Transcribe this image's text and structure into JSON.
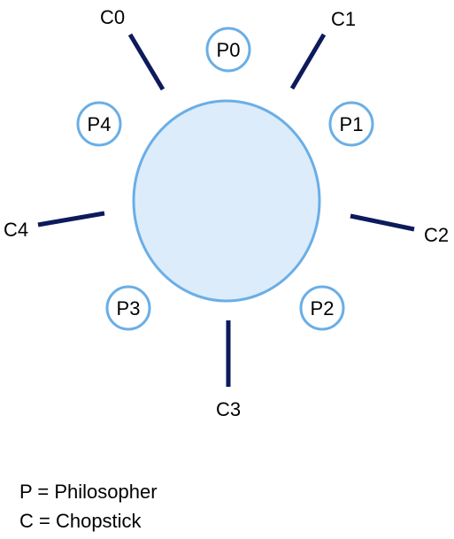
{
  "colors": {
    "table_fill": "#dcecfa",
    "table_stroke": "#6aaee6",
    "philosopher_stroke": "#6aaee6",
    "chopstick": "#0d1a5c",
    "text": "#000000"
  },
  "philosophers": [
    {
      "label": "P0"
    },
    {
      "label": "P1"
    },
    {
      "label": "P2"
    },
    {
      "label": "P3"
    },
    {
      "label": "P4"
    }
  ],
  "chopsticks": [
    {
      "label": "C0"
    },
    {
      "label": "C1"
    },
    {
      "label": "C2"
    },
    {
      "label": "C3"
    },
    {
      "label": "C4"
    }
  ],
  "legend": {
    "philosopher": "P = Philosopher",
    "chopstick": "C = Chopstick"
  }
}
